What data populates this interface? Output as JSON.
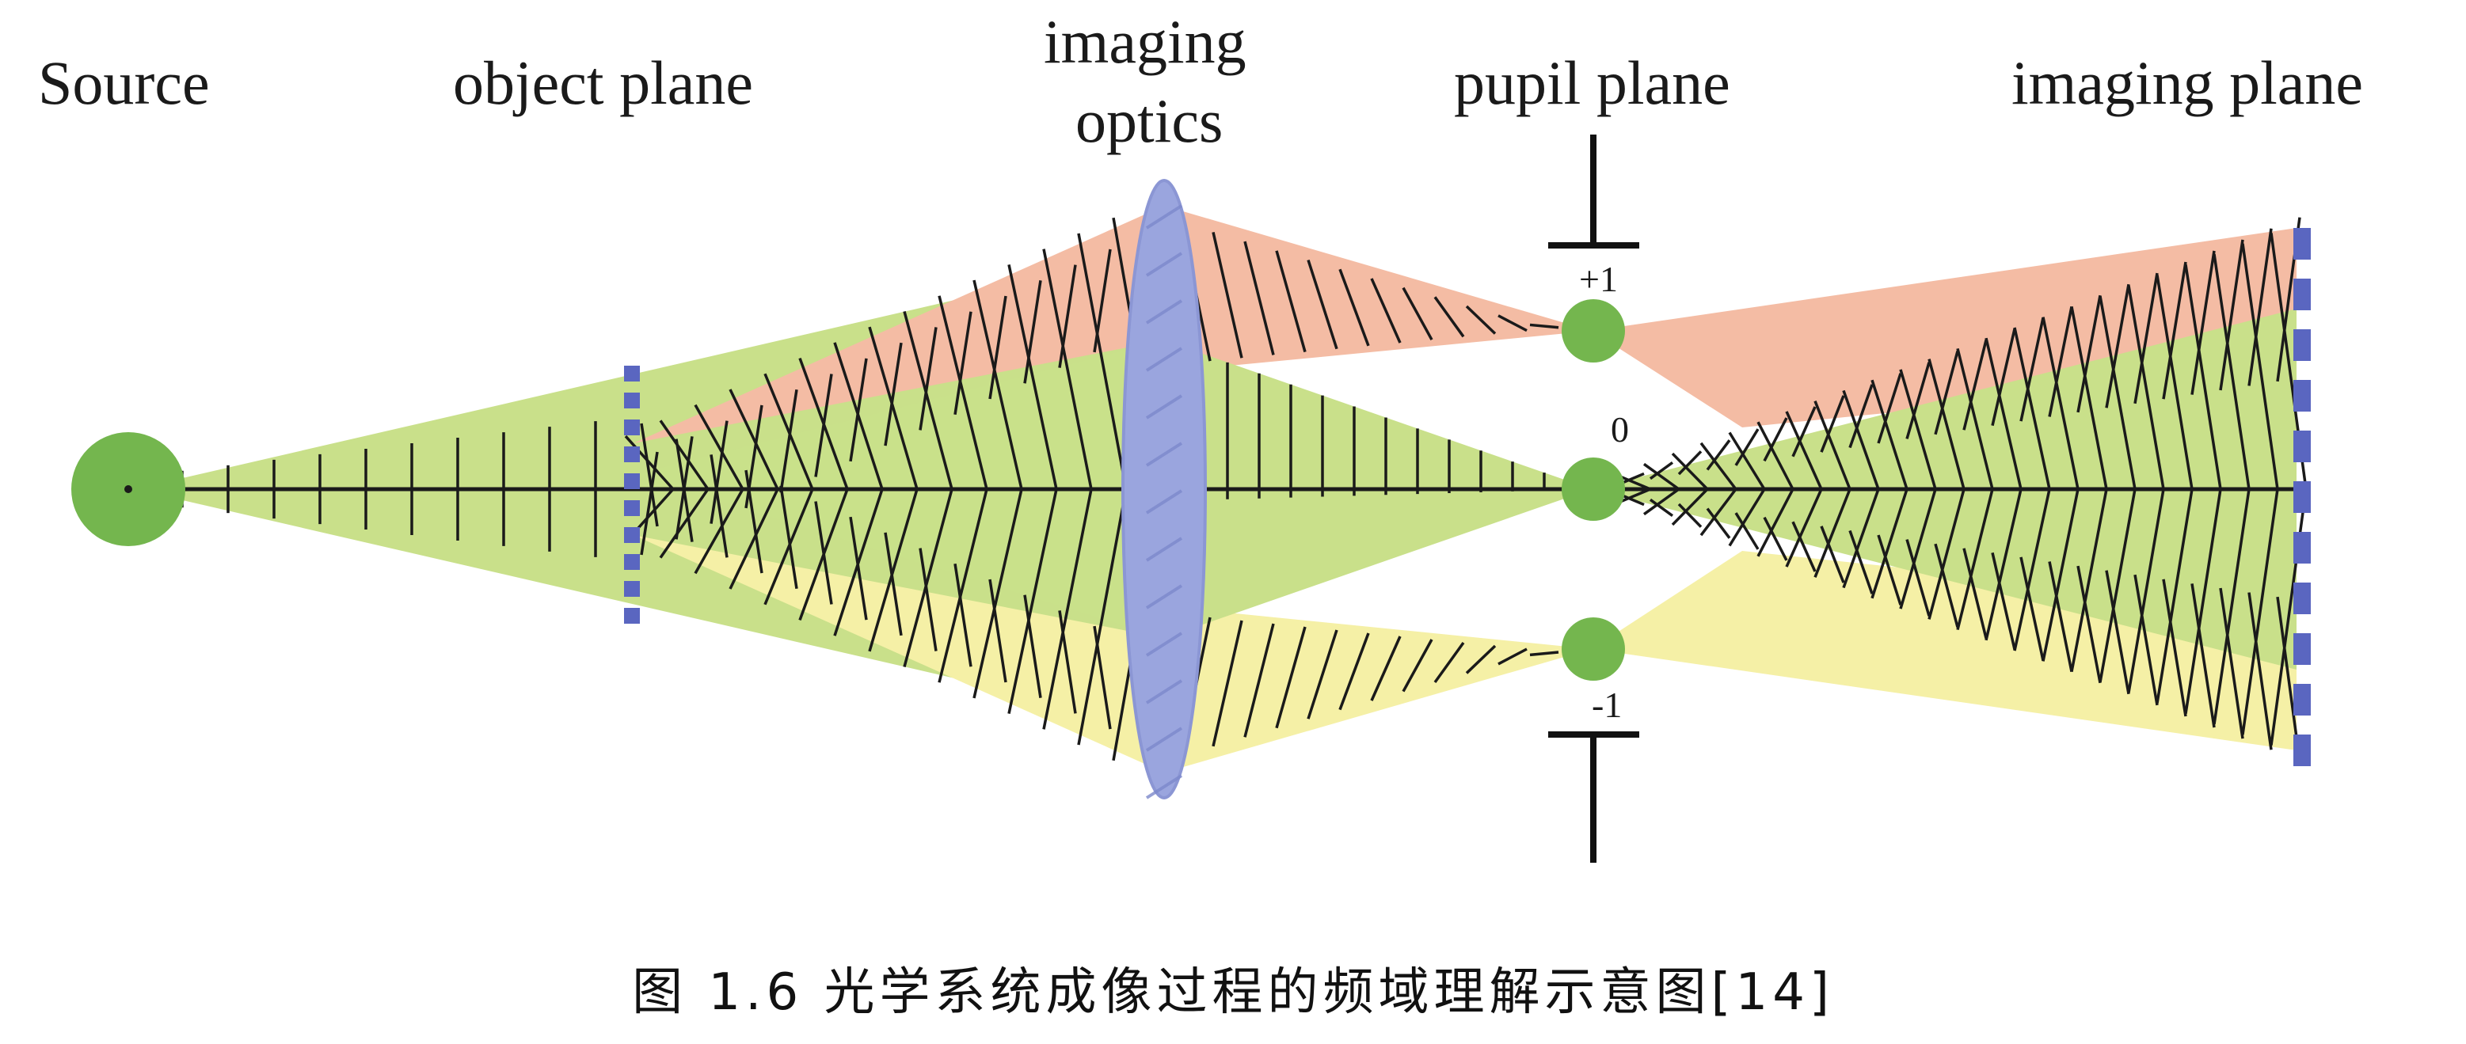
{
  "labels": {
    "source": "Source",
    "object_plane": "object plane",
    "imaging_optics_line1": "imaging",
    "imaging_optics_line2": "optics",
    "pupil_plane": "pupil plane",
    "imaging_plane": "imaging plane"
  },
  "orders": {
    "plus_one": "+1",
    "zero": "0",
    "minus_one": "-1"
  },
  "caption": "图 1.6 光学系统成像过程的频域理解示意图[14]",
  "colors": {
    "zero_order_beam": "#c9e08a",
    "plus_one_beam": "#f4bca4",
    "minus_one_beam": "#f5f0a6",
    "source_dot": "#74b64e",
    "lens": "#9aa5de",
    "grating": "#5a66c0",
    "stop": "#111111",
    "wavefront": "#1a1a1a"
  }
}
